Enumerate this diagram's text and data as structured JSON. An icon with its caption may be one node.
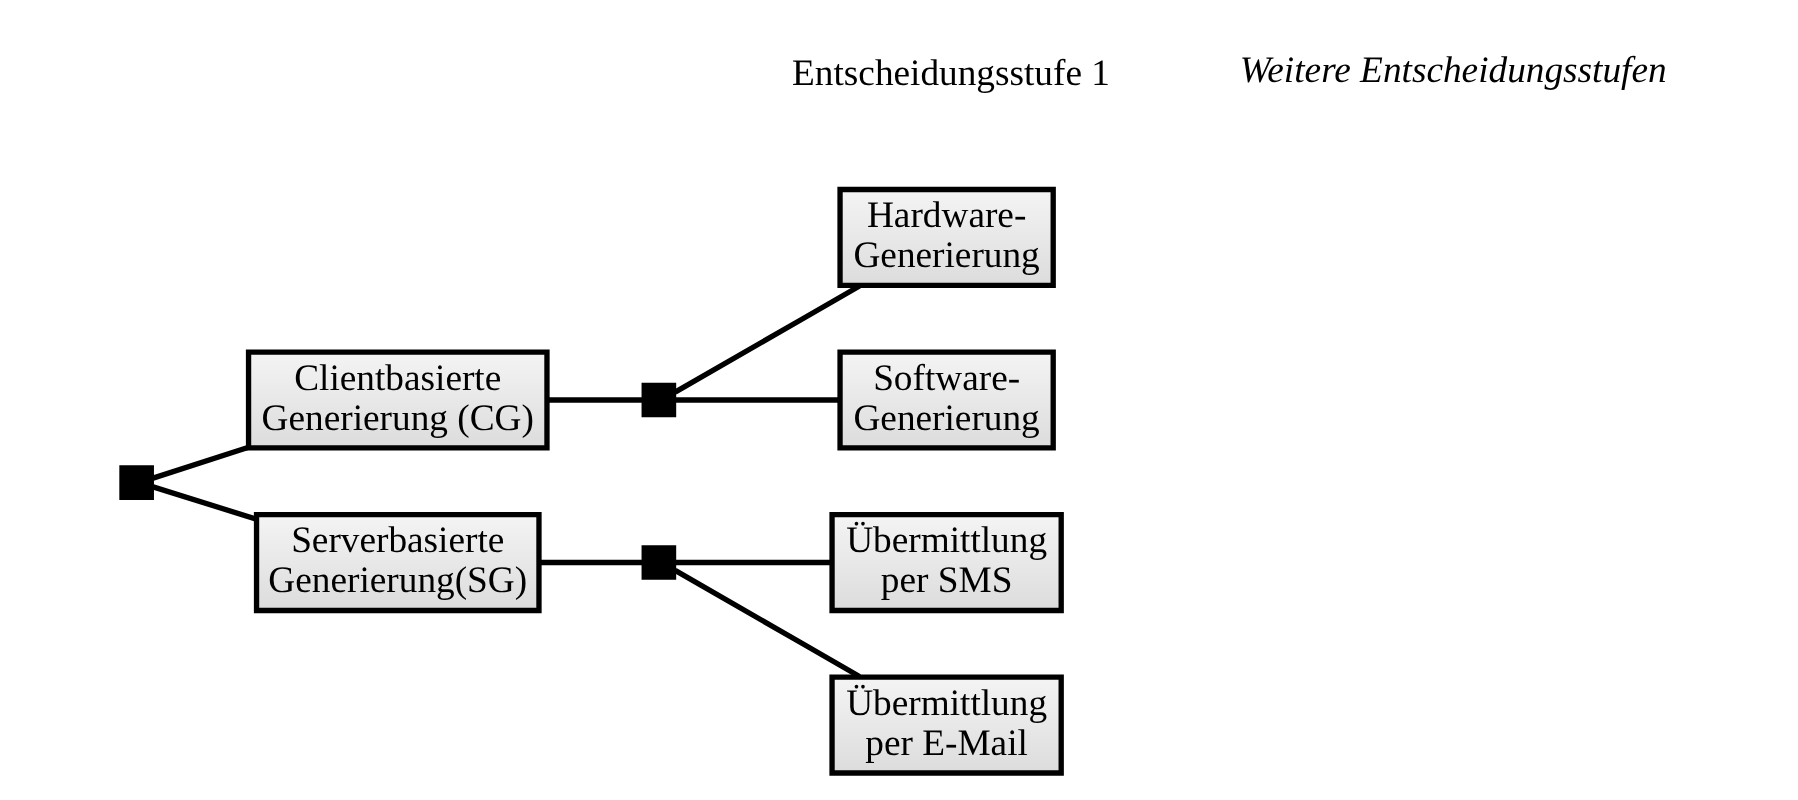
{
  "diagram": {
    "nodes": [
      {
        "text": [],
        "shape": "box"
      },
      {
        "text": [
          "Clientbasierte Generierung (CG)"
        ]
      },
      {
        "text": [],
        "shape": "box"
      },
      {
        "text": [
          "Hardware- Generierung"
        ]
      },
      {
        "text": [
          "Software- Generierung"
        ]
      },
      {
        "text": [
          "Serverbasierte Generierung(SG)"
        ]
      },
      {
        "text": [],
        "shape": "box"
      },
      {
        "text": [
          "Übermittlung per SMS"
        ]
      },
      {
        "text": [
          "Übermittlung per E-Mail"
        ]
      }
    ],
    "edges": [
      {
        "from": 0,
        "to": 1,
        "arrow": "none"
      },
      {
        "from": 1,
        "to": 2,
        "arrow": "none"
      },
      {
        "from": 2,
        "to": 3,
        "arrow": "none"
      },
      {
        "from": 2,
        "to": 4,
        "arrow": "none"
      },
      {
        "from": 0,
        "to": 5,
        "arrow": "none"
      },
      {
        "from": 5,
        "to": 6,
        "arrow": "none"
      },
      {
        "from": 6,
        "to": 7,
        "arrow": "none"
      },
      {
        "from": 6,
        "to": 8,
        "arrow": "none"
      }
    ],
    "labels": [
      "Entscheidungsstufe 1",
      "Weitere Entscheidungsstufen"
    ]
  }
}
